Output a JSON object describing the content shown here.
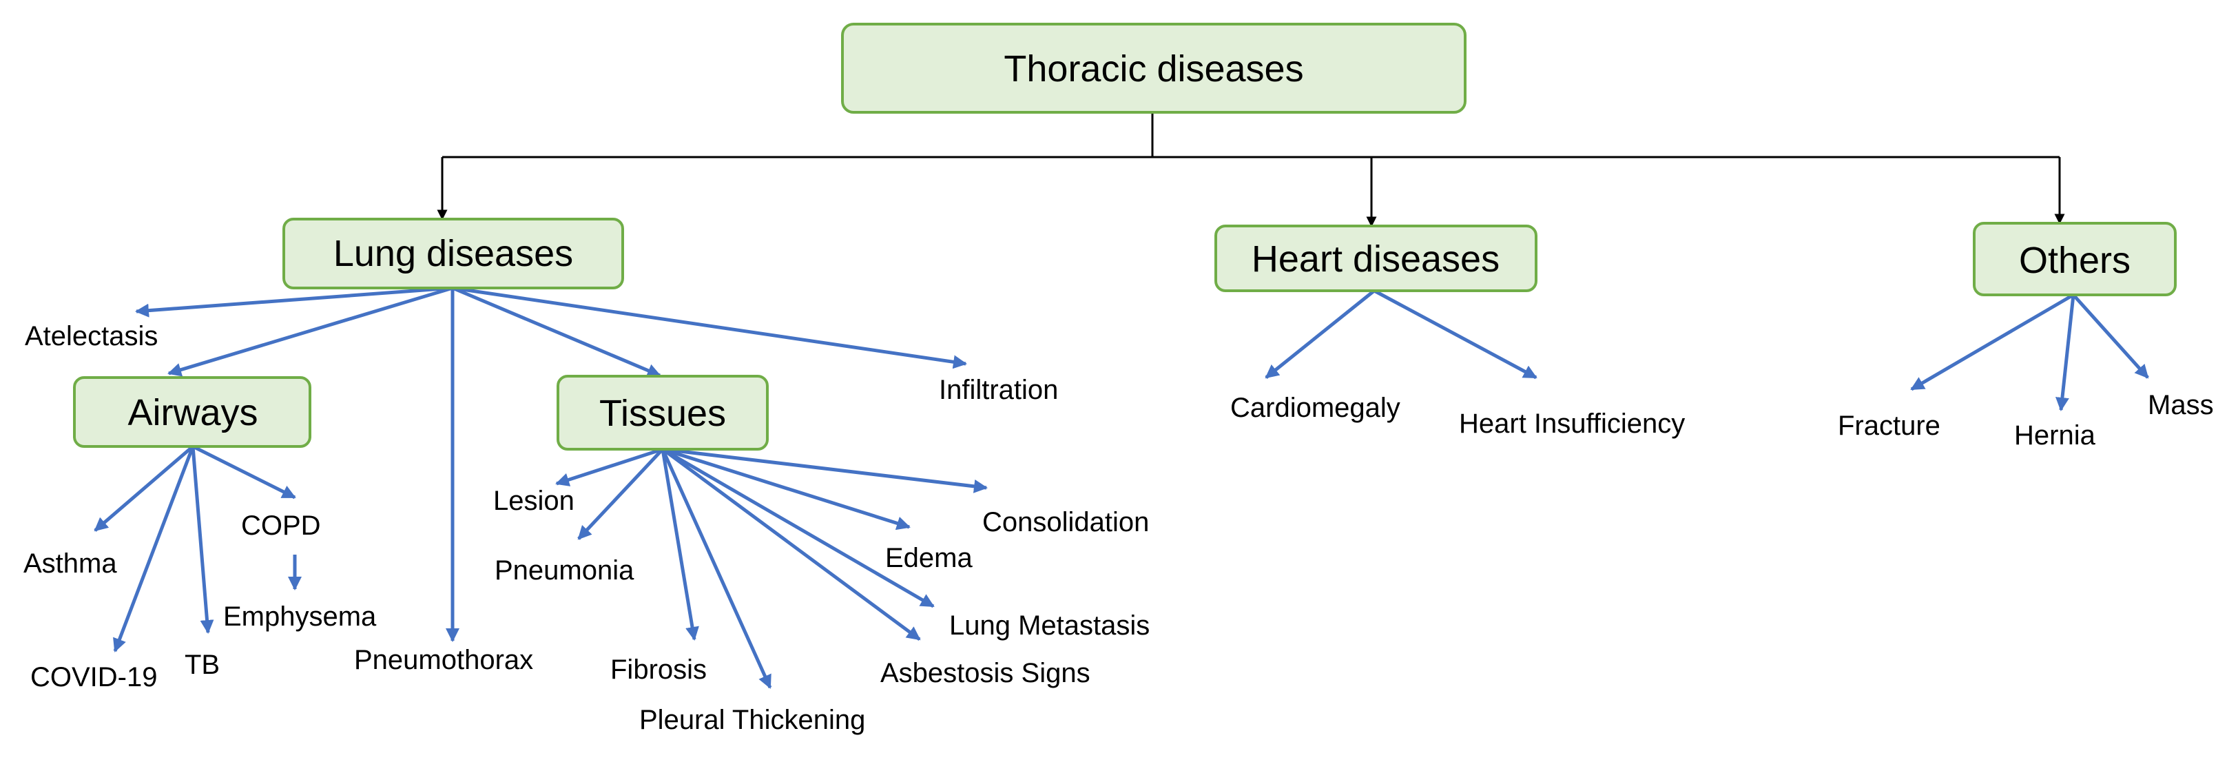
{
  "colors": {
    "node_fill": "#e2efd9",
    "node_border": "#70ad47",
    "blue_arrow": "#4472c4",
    "black_arrow": "#000000"
  },
  "root": {
    "label": "Thoracic diseases"
  },
  "categories": {
    "lung": {
      "label": "Lung diseases"
    },
    "heart": {
      "label": "Heart diseases"
    },
    "others": {
      "label": "Others"
    },
    "airways": {
      "label": "Airways"
    },
    "tissues": {
      "label": "Tissues"
    }
  },
  "leaves": {
    "atelectasis": "Atelectasis",
    "infiltration": "Infiltration",
    "pneumothorax": "Pneumothorax",
    "asthma": "Asthma",
    "covid19": "COVID-19",
    "tb": "TB",
    "copd": "COPD",
    "emphysema": "Emphysema",
    "lesion": "Lesion",
    "pneumonia": "Pneumonia",
    "fibrosis": "Fibrosis",
    "pleural_thickening": "Pleural Thickening",
    "asbestosis_signs": "Asbestosis Signs",
    "lung_metastasis": "Lung Metastasis",
    "edema": "Edema",
    "consolidation": "Consolidation",
    "cardiomegaly": "Cardiomegaly",
    "heart_insufficiency": "Heart Insufficiency",
    "fracture": "Fracture",
    "hernia": "Hernia",
    "mass": "Mass"
  }
}
